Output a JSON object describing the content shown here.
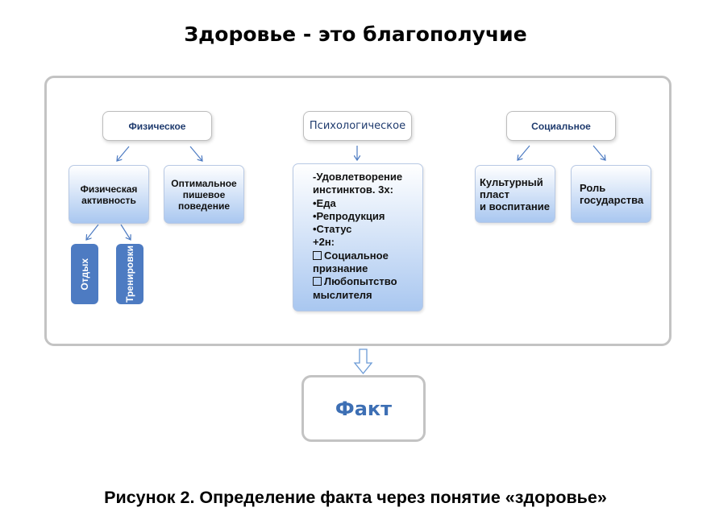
{
  "title": "Здоровье - это благополучие",
  "categories": {
    "physical": "Физическое",
    "psychological": "Психологическое",
    "social": "Социальное"
  },
  "physical": {
    "activity": [
      "Физическая",
      "активность"
    ],
    "nutrition": [
      "Оптимальное",
      "пишевое",
      "поведение"
    ],
    "rest": "Отдых",
    "training": "Тренировки"
  },
  "psychological_items": {
    "line1": "-Удовлетворение",
    "line2": "инстинктов. 3х:",
    "item1": "•Еда",
    "item2": "•Репродукция",
    "item3": "•Статус",
    "line6": "+2н:",
    "item4a": "Социальное",
    "item4b": "признание",
    "item5a": "Любопытство",
    "item5b": "мыслителя"
  },
  "social": {
    "culture": [
      "Культурный",
      "пласт",
      "и воспитание"
    ],
    "state": [
      "Роль",
      "государства"
    ]
  },
  "result": "Факт",
  "caption": "Рисунок 2. Определение факта через понятие «здоровье»",
  "colors": {
    "box_gradient_bottom": "#a9c7f0",
    "dark_box": "#4d7bc2",
    "header_text": "#1f3b6e",
    "fact_text": "#3d6fb4",
    "frame_border": "#c3c3c3"
  }
}
